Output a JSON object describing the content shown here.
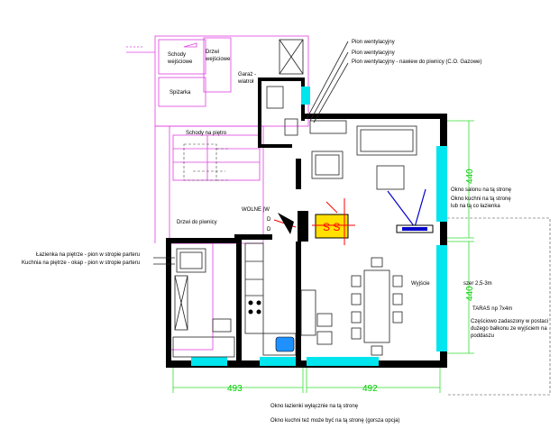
{
  "labels": {
    "schody_wejsciowe": [
      "Schody",
      "wejściowe"
    ],
    "drzwi_wejsciowe": [
      "Drzwi",
      "wejściowe"
    ],
    "spizarka": "Spiżarka",
    "garaz_wiatrolap": [
      "Garaż -",
      "wiatroł"
    ],
    "schody_na_pietro": "Schody na piętro",
    "drzwi_do_piwnicy": "Drzwi do piwnicy",
    "wolne_w": "WOLNE |W",
    "pion_1": "Pion wentylacyjny",
    "pion_2": "Pion wentylacyjny",
    "pion_3": "Pion wentylacyjny - nawiew do piwnicy (C.O. Gazowe)",
    "okno_salonu": "Okno salonu na tą stronę",
    "okno_kuchni": [
      "Okno kuchni na tą stronę",
      "lub na tą co łazienka"
    ],
    "lazienka_pietro": "Łazienka na piętrze - pion w stropie parteru",
    "kuchnia_pietro": "Kuchnia na piętrze - okap - pion w stropie parteru",
    "wyjscie": "Wyjście",
    "szer": "szer 2,5-3m",
    "taras": "TARAS np 7x4m",
    "czesciowo": [
      "Częściowo zadaszony w postaci",
      "dużego balkonu ze wyjściem na",
      "poddaszu"
    ],
    "okno_lazienki": "Okno łazienki wyłącznie na tą stronę",
    "okno_kuchni_bottom": "Okno kuchni też może być na tą stronę (gorsza opcja)",
    "small_d1": "D",
    "small_d2": "D"
  },
  "dimensions": {
    "left_width": "493",
    "right_width": "492",
    "right_top_height": "440",
    "right_bottom_height": "440"
  },
  "colors": {
    "wall": "#000000",
    "window": "#00e5ee",
    "dimension": "#00cc00",
    "upper_floor": "#e040e0",
    "fireplace": "#ffe000",
    "stove_symbol": "#ff0000",
    "sink": "#1e90ff",
    "tv": "#0000cc"
  }
}
